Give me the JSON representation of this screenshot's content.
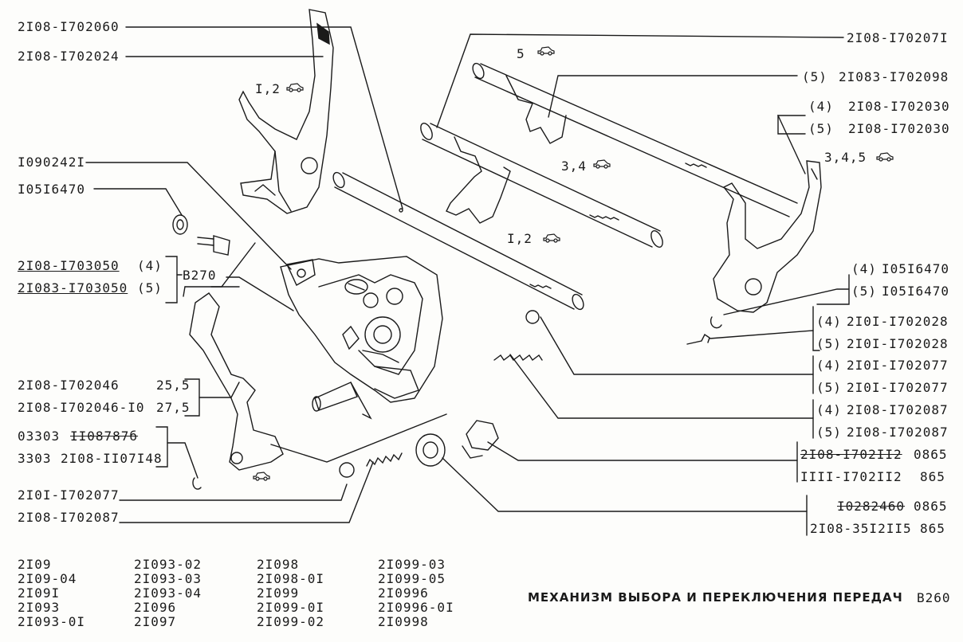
{
  "labels": {
    "fork_rod_1_2": "2I08-I702060",
    "fork_1_2": "2I08-I702024",
    "bolt": "I090242I",
    "ring_left": "I05I6470",
    "bracket_4": "2I08-I703050",
    "bracket_4_note": "(4)",
    "bracket_5": "2I083-I703050",
    "bracket_5_note": "(5)",
    "bracket_torque": "B270",
    "lever_a": "2I08-I702046",
    "lever_a_value": "25,5",
    "lever_b": "2I08-I702046-I0",
    "lever_b_value": "27,5",
    "ring_a_code": "03303",
    "ring_a_old": "II08787б",
    "ring_b_code": "3303",
    "ring_b_part": "2I08-II07I48",
    "ball_left": "2I0I-I702077",
    "spring_left": "2I08-I702087",
    "rod_top": "2I08-I70207I",
    "rod_5": "2I083-I702098",
    "rod_5_note": "(5)",
    "fork_4": "2I08-I702030",
    "fork_4_note": "(4)",
    "fork_5": "2I08-I702030",
    "fork_5_note": "(5)",
    "ring_r4": "I05I6470",
    "ring_r4_note": "(4)",
    "ring_r5": "I05I6470",
    "ring_r5_note": "(5)",
    "screw_4": "2I0I-I702028",
    "screw_4_note": "(4)",
    "screw_5": "2I0I-I702028",
    "screw_5_note": "(5)",
    "ball_4": "2I0I-I702077",
    "ball_4_note": "(4)",
    "ball_5": "2I0I-I702077",
    "ball_5_note": "(5)",
    "spring_4": "2I08-I702087",
    "spring_4_note": "(4)",
    "spring_5": "2I08-I702087",
    "spring_5_note": "(5)",
    "plug_old": "2I08-I702II2",
    "plug_old_value": "0865",
    "plug_new": "IIII-I702II2",
    "plug_new_value": "865",
    "washer_old": "I0282460",
    "washer_old_value": "0865",
    "washer_new": "2I08-35I2II5",
    "washer_new_value": "865",
    "gear_1_2": "I,2",
    "gear_1_2_rod": "I,2",
    "gear_3_4": "3,4",
    "gear_3_4_5": "3,4,5",
    "gear_5": "5"
  },
  "models": [
    [
      "2I09",
      "2I09-04",
      "2I09I",
      "2I093",
      "2I093-0I"
    ],
    [
      "2I093-02",
      "2I093-03",
      "2I093-04",
      "2I096",
      "2I097"
    ],
    [
      "2I098",
      "2I098-0I",
      "2I099",
      "2I099-0I",
      "2I099-02"
    ],
    [
      "2I099-03",
      "2I099-05",
      "2I0996",
      "2I0996-0I",
      "2I0998"
    ]
  ],
  "title": "МЕХАНИЗМ ВЫБОРА И ПЕРЕКЛЮЧЕНИЯ ПЕРЕДАЧ",
  "page_code": "B260",
  "colors": {
    "ink": "#1a1a1a",
    "paper": "#fdfdfb"
  }
}
